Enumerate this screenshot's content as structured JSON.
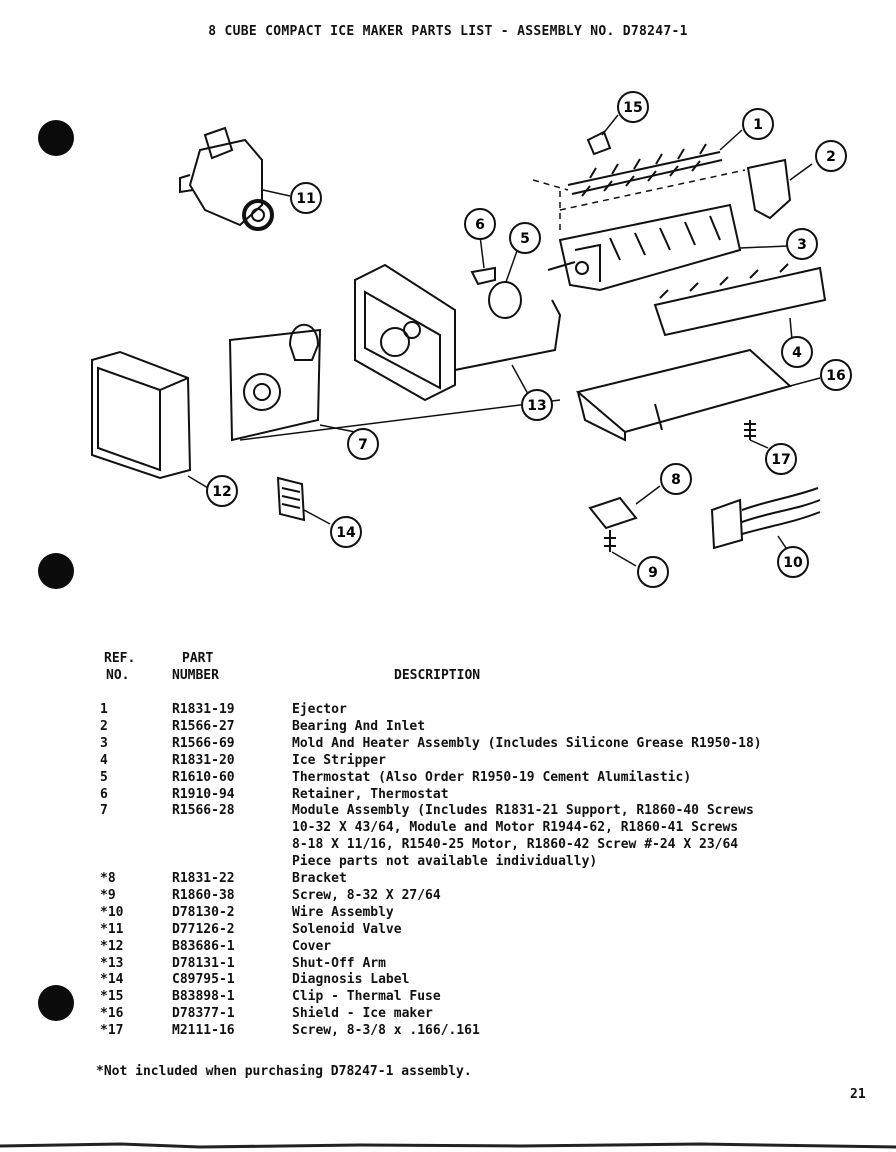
{
  "title": "8 CUBE COMPACT ICE MAKER PARTS LIST - ASSEMBLY NO. D78247-1",
  "callouts": [
    "15",
    "1",
    "2",
    "11",
    "6",
    "5",
    "3",
    "4",
    "16",
    "13",
    "7",
    "17",
    "12",
    "8",
    "14",
    "9",
    "10"
  ],
  "table": {
    "headers": {
      "ref_line1": "REF.",
      "ref_line2": "NO.",
      "part_line1": "PART",
      "part_line2": "NUMBER",
      "description": "DESCRIPTION"
    },
    "rows": [
      {
        "ref": "1",
        "part": "R1831-19",
        "desc": "Ejector",
        "cont": []
      },
      {
        "ref": "2",
        "part": "R1566-27",
        "desc": "Bearing And Inlet",
        "cont": []
      },
      {
        "ref": "3",
        "part": "R1566-69",
        "desc": "Mold And Heater Assembly (Includes Silicone Grease R1950-18)",
        "cont": []
      },
      {
        "ref": "4",
        "part": "R1831-20",
        "desc": "Ice Stripper",
        "cont": []
      },
      {
        "ref": "5",
        "part": "R1610-60",
        "desc": "Thermostat (Also Order R1950-19 Cement Alumilastic)",
        "cont": []
      },
      {
        "ref": "6",
        "part": "R1910-94",
        "desc": "Retainer, Thermostat",
        "cont": []
      },
      {
        "ref": "7",
        "part": "R1566-28",
        "desc": "Module Assembly (Includes R1831-21 Support, R1860-40 Screws",
        "cont": [
          "10-32 X 43/64, Module and Motor R1944-62, R1860-41 Screws",
          "8-18 X 11/16, R1540-25 Motor, R1860-42 Screw #-24 X 23/64",
          "Piece parts not available individually)"
        ]
      },
      {
        "ref": "*8",
        "part": "R1831-22",
        "desc": "Bracket",
        "cont": []
      },
      {
        "ref": "*9",
        "part": "R1860-38",
        "desc": "Screw, 8-32 X 27/64",
        "cont": []
      },
      {
        "ref": "*10",
        "part": "D78130-2",
        "desc": "Wire Assembly",
        "cont": []
      },
      {
        "ref": "*11",
        "part": "D77126-2",
        "desc": "Solenoid Valve",
        "cont": []
      },
      {
        "ref": "*12",
        "part": "B83686-1",
        "desc": "Cover",
        "cont": []
      },
      {
        "ref": "*13",
        "part": "D78131-1",
        "desc": "Shut-Off Arm",
        "cont": []
      },
      {
        "ref": "*14",
        "part": "C89795-1",
        "desc": "Diagnosis Label",
        "cont": []
      },
      {
        "ref": "*15",
        "part": "B83898-1",
        "desc": "Clip - Thermal Fuse",
        "cont": []
      },
      {
        "ref": "*16",
        "part": "D78377-1",
        "desc": "Shield - Ice maker",
        "cont": []
      },
      {
        "ref": "*17",
        "part": "M2111-16",
        "desc": "Screw, 8-3/8 x .166/.161",
        "cont": []
      }
    ]
  },
  "footnote": "*Not included when purchasing D78247-1 assembly.",
  "page_number": "21"
}
